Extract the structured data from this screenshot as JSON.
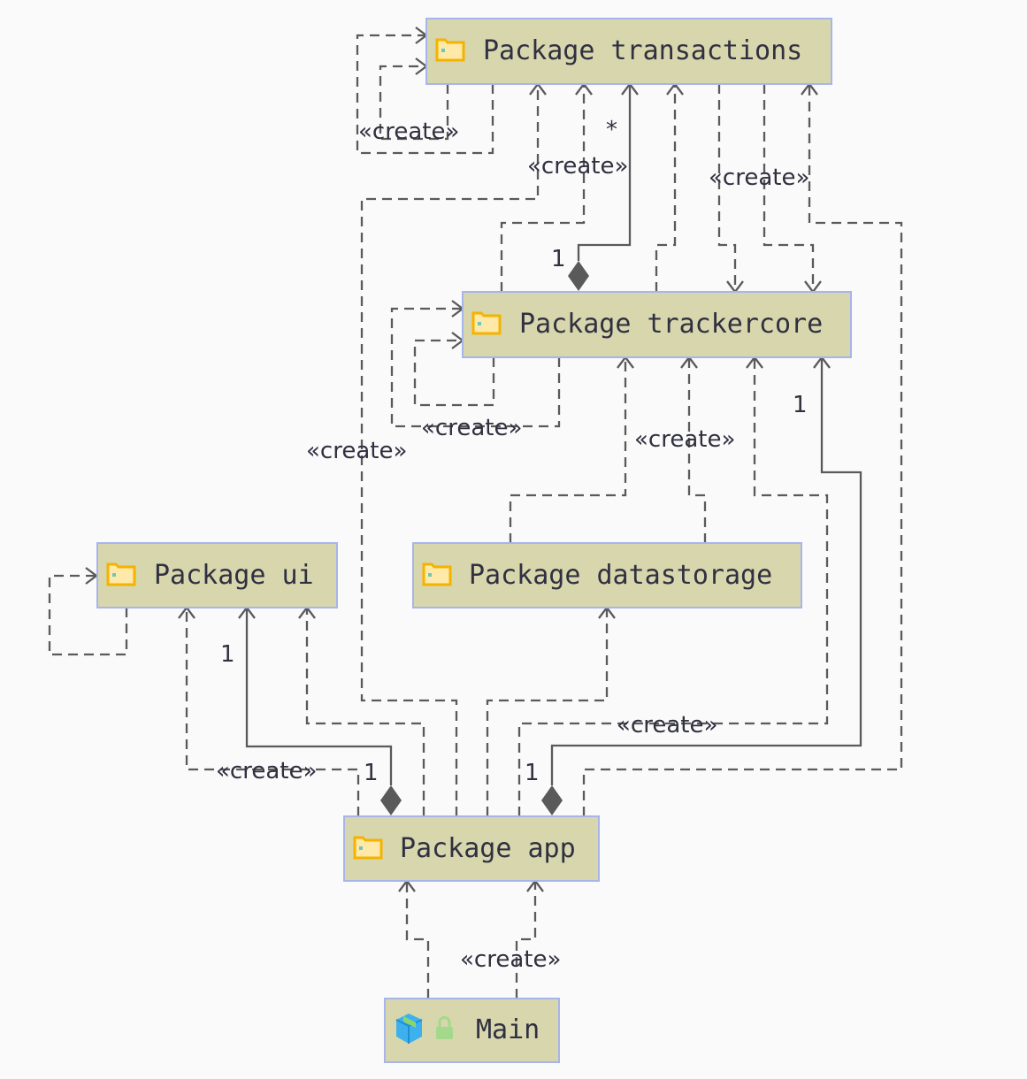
{
  "nodes": {
    "transactions": "Package transactions",
    "trackercore": "Package trackercore",
    "ui": "Package ui",
    "datastorage": "Package datastorage",
    "app": "Package app",
    "main": "Main"
  },
  "edge_label": "«create»",
  "multiplicity": {
    "one": "1",
    "many": "*"
  },
  "icons": {
    "package": "folder-icon",
    "class": "class-cube-icon",
    "visibility": "lock-icon"
  },
  "colors": {
    "node_fill": "#d7d6ad",
    "node_border": "#a8b4ec",
    "edge": "#5a5a5a",
    "folder_icon": "#f5b300",
    "cube_icon": "#3db1ee",
    "lock_icon": "#a4d98b"
  }
}
